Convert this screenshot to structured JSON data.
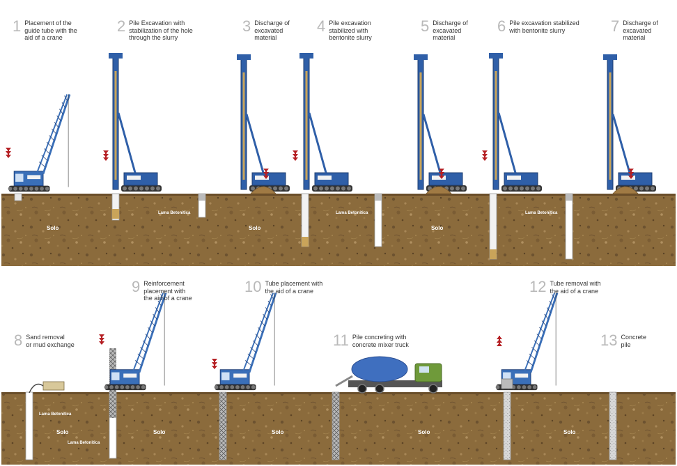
{
  "steps": [
    {
      "num": "1",
      "text": "Placement of the\nguide tube with the\naid of a crane"
    },
    {
      "num": "2",
      "text": "Pile Excavation with\nstabilization of the hole\nthrough the slurry"
    },
    {
      "num": "3",
      "text": "Discharge of\nexcavated\nmaterial"
    },
    {
      "num": "4",
      "text": "Pile excavation\nstabilized with\nbentonite slurry"
    },
    {
      "num": "5",
      "text": "Discharge of\nexcavated\nmaterial"
    },
    {
      "num": "6",
      "text": "Pile excavation stabilized\nwith bentonite slurry"
    },
    {
      "num": "7",
      "text": "Discharge of\nexcavated\nmaterial"
    },
    {
      "num": "8",
      "text": "Sand removal\nor mud exchange"
    },
    {
      "num": "9",
      "text": "Reinforcement\nplacement with\nthe aid of a crane"
    },
    {
      "num": "10",
      "text": "Tube placement with\nthe aid of a crane"
    },
    {
      "num": "11",
      "text": "Pile concreting with\nconcrete mixer truck"
    },
    {
      "num": "12",
      "text": "Tube removal with\nthe aid of a crane"
    },
    {
      "num": "13",
      "text": "Concrete\npile"
    }
  ],
  "labels": {
    "solo": "Solo",
    "lama": "Lama Betonitica"
  },
  "colors": {
    "soil": "#8a6a3a",
    "soil_dark": "#5e4424",
    "machine_blue": "#2f5fa8",
    "crane_blue": "#3a6fb8",
    "truck_green": "#6f9a3a",
    "drum_blue": "#3f6fbf",
    "arrow_red": "#b52024",
    "step_number": "#b9b9b9"
  }
}
